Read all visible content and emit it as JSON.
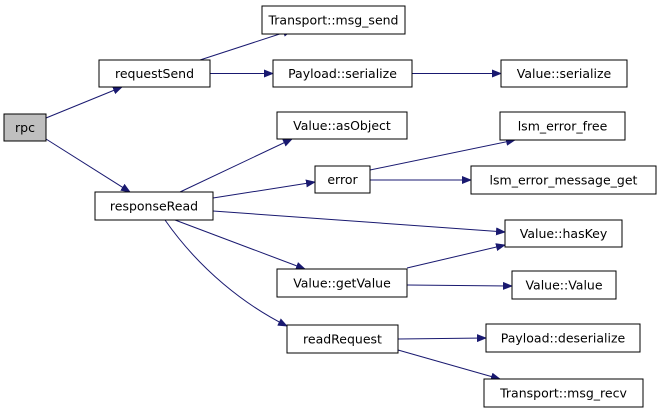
{
  "colors": {
    "edge": "#191970",
    "root_fill": "#bfbfbf",
    "node_fill": "#ffffff",
    "border": "#000000"
  },
  "nodes": {
    "rpc": "rpc",
    "requestSend": "requestSend",
    "responseRead": "responseRead",
    "transport_msg_send": "Transport::msg_send",
    "payload_serialize": "Payload::serialize",
    "value_serialize": "Value::serialize",
    "value_asObject": "Value::asObject",
    "error": "error",
    "lsm_error_free": "lsm_error_free",
    "lsm_error_message_get": "lsm_error_message_get",
    "value_hasKey": "Value::hasKey",
    "value_getValue": "Value::getValue",
    "value_value": "Value::Value",
    "readRequest": "readRequest",
    "payload_deserialize": "Payload::deserialize",
    "transport_msg_recv": "Transport::msg_recv"
  },
  "edges": [
    [
      "rpc",
      "requestSend"
    ],
    [
      "rpc",
      "responseRead"
    ],
    [
      "requestSend",
      "transport_msg_send"
    ],
    [
      "requestSend",
      "payload_serialize"
    ],
    [
      "payload_serialize",
      "value_serialize"
    ],
    [
      "responseRead",
      "value_asObject"
    ],
    [
      "responseRead",
      "error"
    ],
    [
      "responseRead",
      "value_hasKey"
    ],
    [
      "responseRead",
      "value_getValue"
    ],
    [
      "responseRead",
      "readRequest"
    ],
    [
      "error",
      "lsm_error_free"
    ],
    [
      "error",
      "lsm_error_message_get"
    ],
    [
      "value_getValue",
      "value_hasKey"
    ],
    [
      "value_getValue",
      "value_value"
    ],
    [
      "readRequest",
      "payload_deserialize"
    ],
    [
      "readRequest",
      "transport_msg_recv"
    ]
  ]
}
